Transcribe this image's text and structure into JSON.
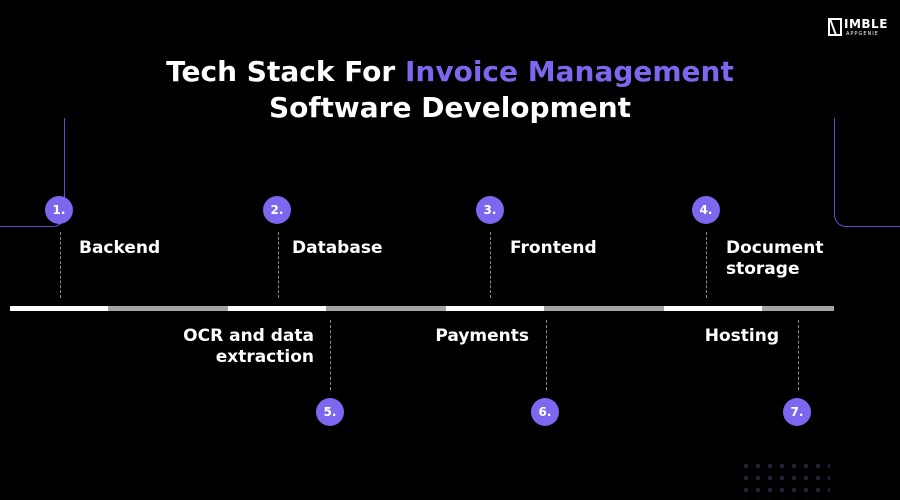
{
  "brand": {
    "name": "IMBLE",
    "sub": "APPGENIE"
  },
  "title": {
    "part1": "Tech Stack For ",
    "accent": "Invoice Management",
    "line2": "Software Development"
  },
  "colors": {
    "accent": "#7b68ee",
    "background": "#000000",
    "timeline_light": "#ffffff",
    "timeline_gray": "#a3a3a3"
  },
  "items": [
    {
      "number": "1.",
      "label": "Backend"
    },
    {
      "number": "2.",
      "label": "Database"
    },
    {
      "number": "3.",
      "label": "Frontend"
    },
    {
      "number": "4.",
      "label_line1": "Document",
      "label_line2": "storage"
    },
    {
      "number": "5.",
      "label_line1": "OCR and data",
      "label_line2": "extraction"
    },
    {
      "number": "6.",
      "label": "Payments"
    },
    {
      "number": "7.",
      "label": "Hosting"
    }
  ]
}
